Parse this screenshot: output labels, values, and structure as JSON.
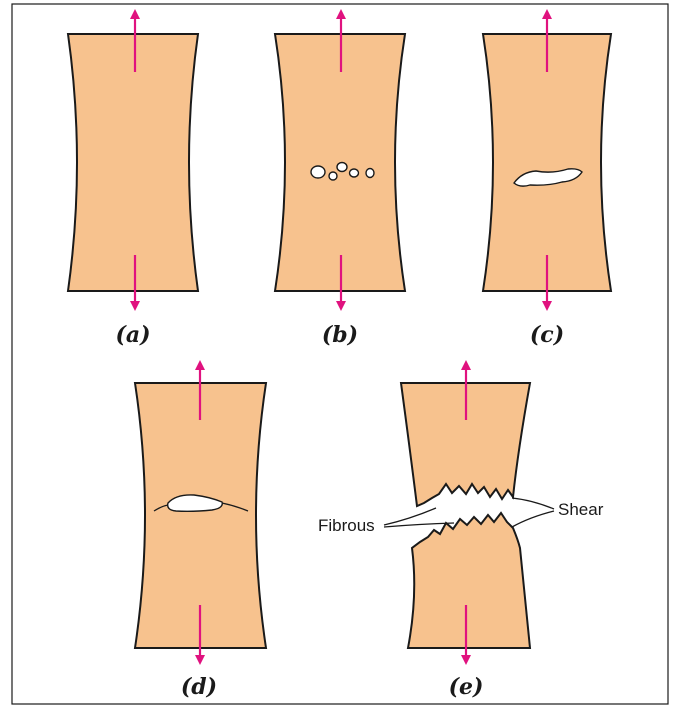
{
  "colors": {
    "specimen_fill": "#f7c28e",
    "outline": "#1a1a1a",
    "arrow": "#e0127f",
    "void": "#ffffff"
  },
  "panels": [
    {
      "label": "(a)",
      "stage": "initial necking"
    },
    {
      "label": "(b)",
      "stage": "small cavity formation"
    },
    {
      "label": "(c)",
      "stage": "coalescence of cavities to form a crack"
    },
    {
      "label": "(d)",
      "stage": "crack propagation"
    },
    {
      "label": "(e)",
      "stage": "final shear fracture"
    }
  ],
  "callouts": {
    "fibrous": "Fibrous",
    "shear": "Shear"
  }
}
